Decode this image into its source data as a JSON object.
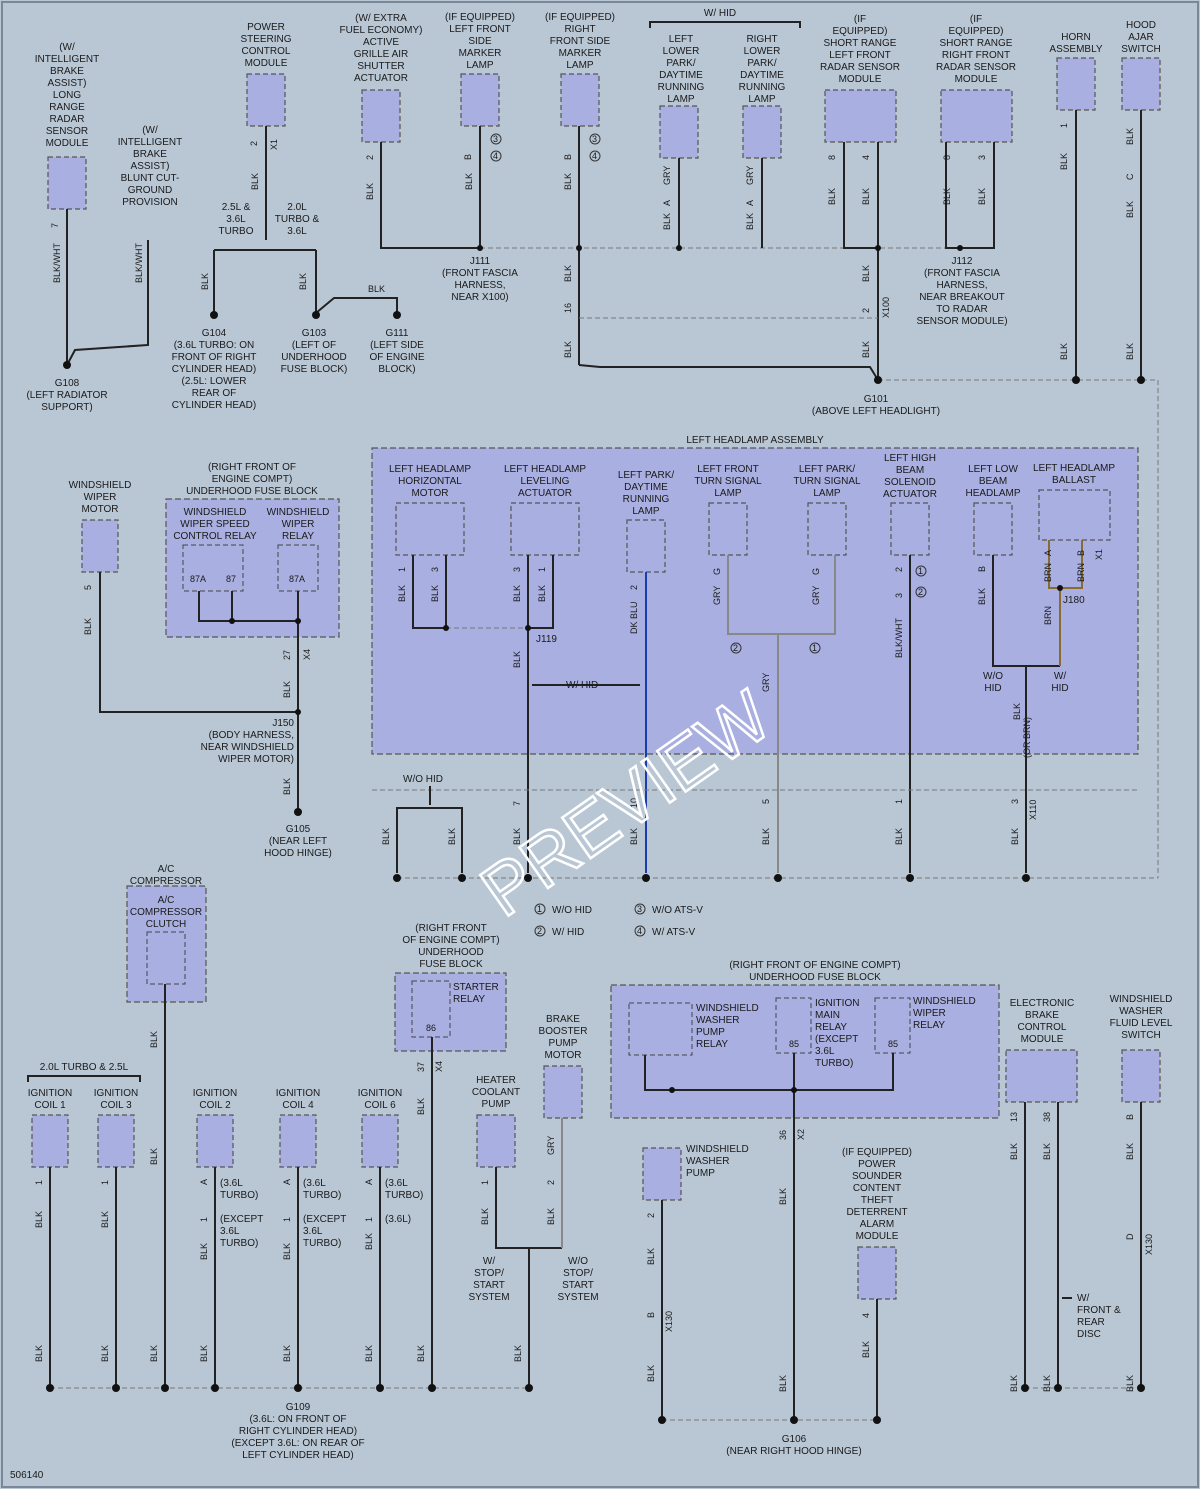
{
  "drawing_number": "506140",
  "watermark": "PREVIEW",
  "legend": [
    {
      "num": "1",
      "text": "W/O HID"
    },
    {
      "num": "2",
      "text": "W/ HID"
    },
    {
      "num": "3",
      "text": "W/O ATS-V"
    },
    {
      "num": "4",
      "text": "W/ ATS-V"
    }
  ],
  "components": {
    "long_range_radar": "(W/ INTELLIGENT BRAKE ASSIST) LONG RANGE RADAR SENSOR MODULE",
    "blunt_cut": "(W/ INTELLIGENT BRAKE ASSIST) BLUNT CUT-GROUND PROVISION",
    "power_steering": "POWER STEERING CONTROL MODULE",
    "grille_shutter": "(W/ EXTRA FUEL ECONOMY) ACTIVE GRILLE AIR SHUTTER ACTUATOR",
    "left_side_marker": "(IF EQUIPPED) LEFT FRONT SIDE MARKER LAMP",
    "right_side_marker": "(IF EQUIPPED) RIGHT FRONT SIDE MARKER LAMP",
    "w_hid": "W/ HID",
    "left_lower_park": "LEFT LOWER PARK/ DAYTIME RUNNING LAMP",
    "right_lower_park": "RIGHT LOWER PARK/ DAYTIME RUNNING LAMP",
    "short_left_radar": "(IF EQUIPPED) SHORT RANGE LEFT FRONT RADAR SENSOR MODULE",
    "short_right_radar": "(IF EQUIPPED) SHORT RANGE RIGHT FRONT RADAR SENSOR MODULE",
    "horn": "HORN ASSEMBLY",
    "hood_ajar": "HOOD AJAR SWITCH",
    "wiper_motor": "WINDSHIELD WIPER MOTOR",
    "fuse_block_top": "(RIGHT FRONT OF ENGINE COMPT) UNDERHOOD FUSE BLOCK",
    "wiper_speed_relay": "WINDSHIELD WIPER SPEED CONTROL RELAY",
    "wiper_relay": "WINDSHIELD WIPER RELAY",
    "headlamp_assembly": "LEFT HEADLAMP ASSEMBLY",
    "horiz_motor": "LEFT HEADLAMP HORIZONTAL MOTOR",
    "leveling": "LEFT HEADLAMP LEVELING ACTUATOR",
    "park_drl": "LEFT PARK/ DAYTIME RUNNING LAMP",
    "front_turn": "LEFT FRONT TURN SIGNAL LAMP",
    "park_turn": "LEFT PARK/ TURN SIGNAL LAMP",
    "high_beam": "LEFT HIGH BEAM SOLENOID ACTUATOR",
    "low_beam": "LEFT LOW BEAM HEADLAMP",
    "ballast": "LEFT HEADLAMP BALLAST",
    "ac_comp": "A/C COMPRESSOR",
    "ac_clutch": "A/C COMPRESSOR CLUTCH",
    "coil_group": "2.0L TURBO & 2.5L",
    "coil1": "IGNITION COIL 1",
    "coil3": "IGNITION COIL 3",
    "coil2": "IGNITION COIL 2",
    "coil4": "IGNITION COIL 4",
    "coil6": "IGNITION COIL 6",
    "fuse_block_starter": "(RIGHT FRONT OF ENGINE COMPT) UNDERHOOD FUSE BLOCK",
    "starter_relay": "STARTER RELAY",
    "heater_pump": "HEATER COOLANT PUMP",
    "brake_booster": "BRAKE BOOSTER PUMP MOTOR",
    "fuse_block_bottom": "(RIGHT FRONT OF ENGINE COMPT) UNDERHOOD FUSE BLOCK",
    "washer_relay": "WINDSHIELD WASHER PUMP RELAY",
    "ign_main_relay": "IGNITION MAIN RELAY (EXCEPT 3.6L TURBO)",
    "wiper_relay2": "WINDSHIELD WIPER RELAY",
    "washer_pump": "WINDSHIELD WASHER PUMP",
    "sounder": "(IF EQUIPPED) POWER SOUNDER CONTENT THEFT DETERRENT ALARM MODULE",
    "ebcm": "ELECTRONIC BRAKE CONTROL MODULE",
    "washer_level": "WINDSHIELD WASHER FLUID LEVEL SWITCH"
  },
  "grounds": {
    "g108": "G108 (LEFT RADIATOR SUPPORT)",
    "g104": "G104 (3.6L TURBO: ON FRONT OF RIGHT CYLINDER HEAD) (2.5L: LOWER REAR OF CYLINDER HEAD)",
    "g103": "G103 (LEFT OF UNDERHOOD FUSE BLOCK)",
    "g111": "G111 (LEFT SIDE OF ENGINE BLOCK)",
    "g101": "G101 (ABOVE LEFT HEADLIGHT)",
    "g105": "G105 (NEAR LEFT HOOD HINGE)",
    "g109": "G109 (3.6L: ON FRONT OF RIGHT CYLINDER HEAD) (EXCEPT 3.6L: ON REAR OF LEFT CYLINDER HEAD)",
    "g106": "G106 (NEAR RIGHT HOOD HINGE)"
  },
  "splices": {
    "j111": "J111 (FRONT FASCIA HARNESS, NEAR X100)",
    "j112": "J112 (FRONT FASCIA HARNESS, NEAR BREAKOUT TO RADAR SENSOR MODULE)",
    "j150": "J150 (BODY HARNESS, NEAR WINDSHIELD WIPER MOTOR)",
    "j119": "J119",
    "j180": "J180"
  },
  "notes": {
    "turbo25": "2.5L & 3.6L TURBO",
    "turbo20": "2.0L TURBO & 3.6L",
    "w_hid": "W/ HID",
    "wo_hid": "W/O HID",
    "wo_hid2": "W/O HID",
    "w_hid2": "W/ HID",
    "or_brn": "(OR BRN)",
    "stop_start_w": "W/ STOP/ START SYSTEM",
    "stop_start_wo": "W/O STOP/ START SYSTEM",
    "front_rear_disc": "W/ FRONT & REAR DISC",
    "turbo36a": "(3.6L TURBO)",
    "except36a": "(EXCEPT 3.6L TURBO)",
    "turbo36b": "(3.6L TURBO)",
    "except36b": "(EXCEPT 3.6L TURBO)",
    "turbo36c": "(3.6L TURBO)",
    "l36": "(3.6L)"
  }
}
